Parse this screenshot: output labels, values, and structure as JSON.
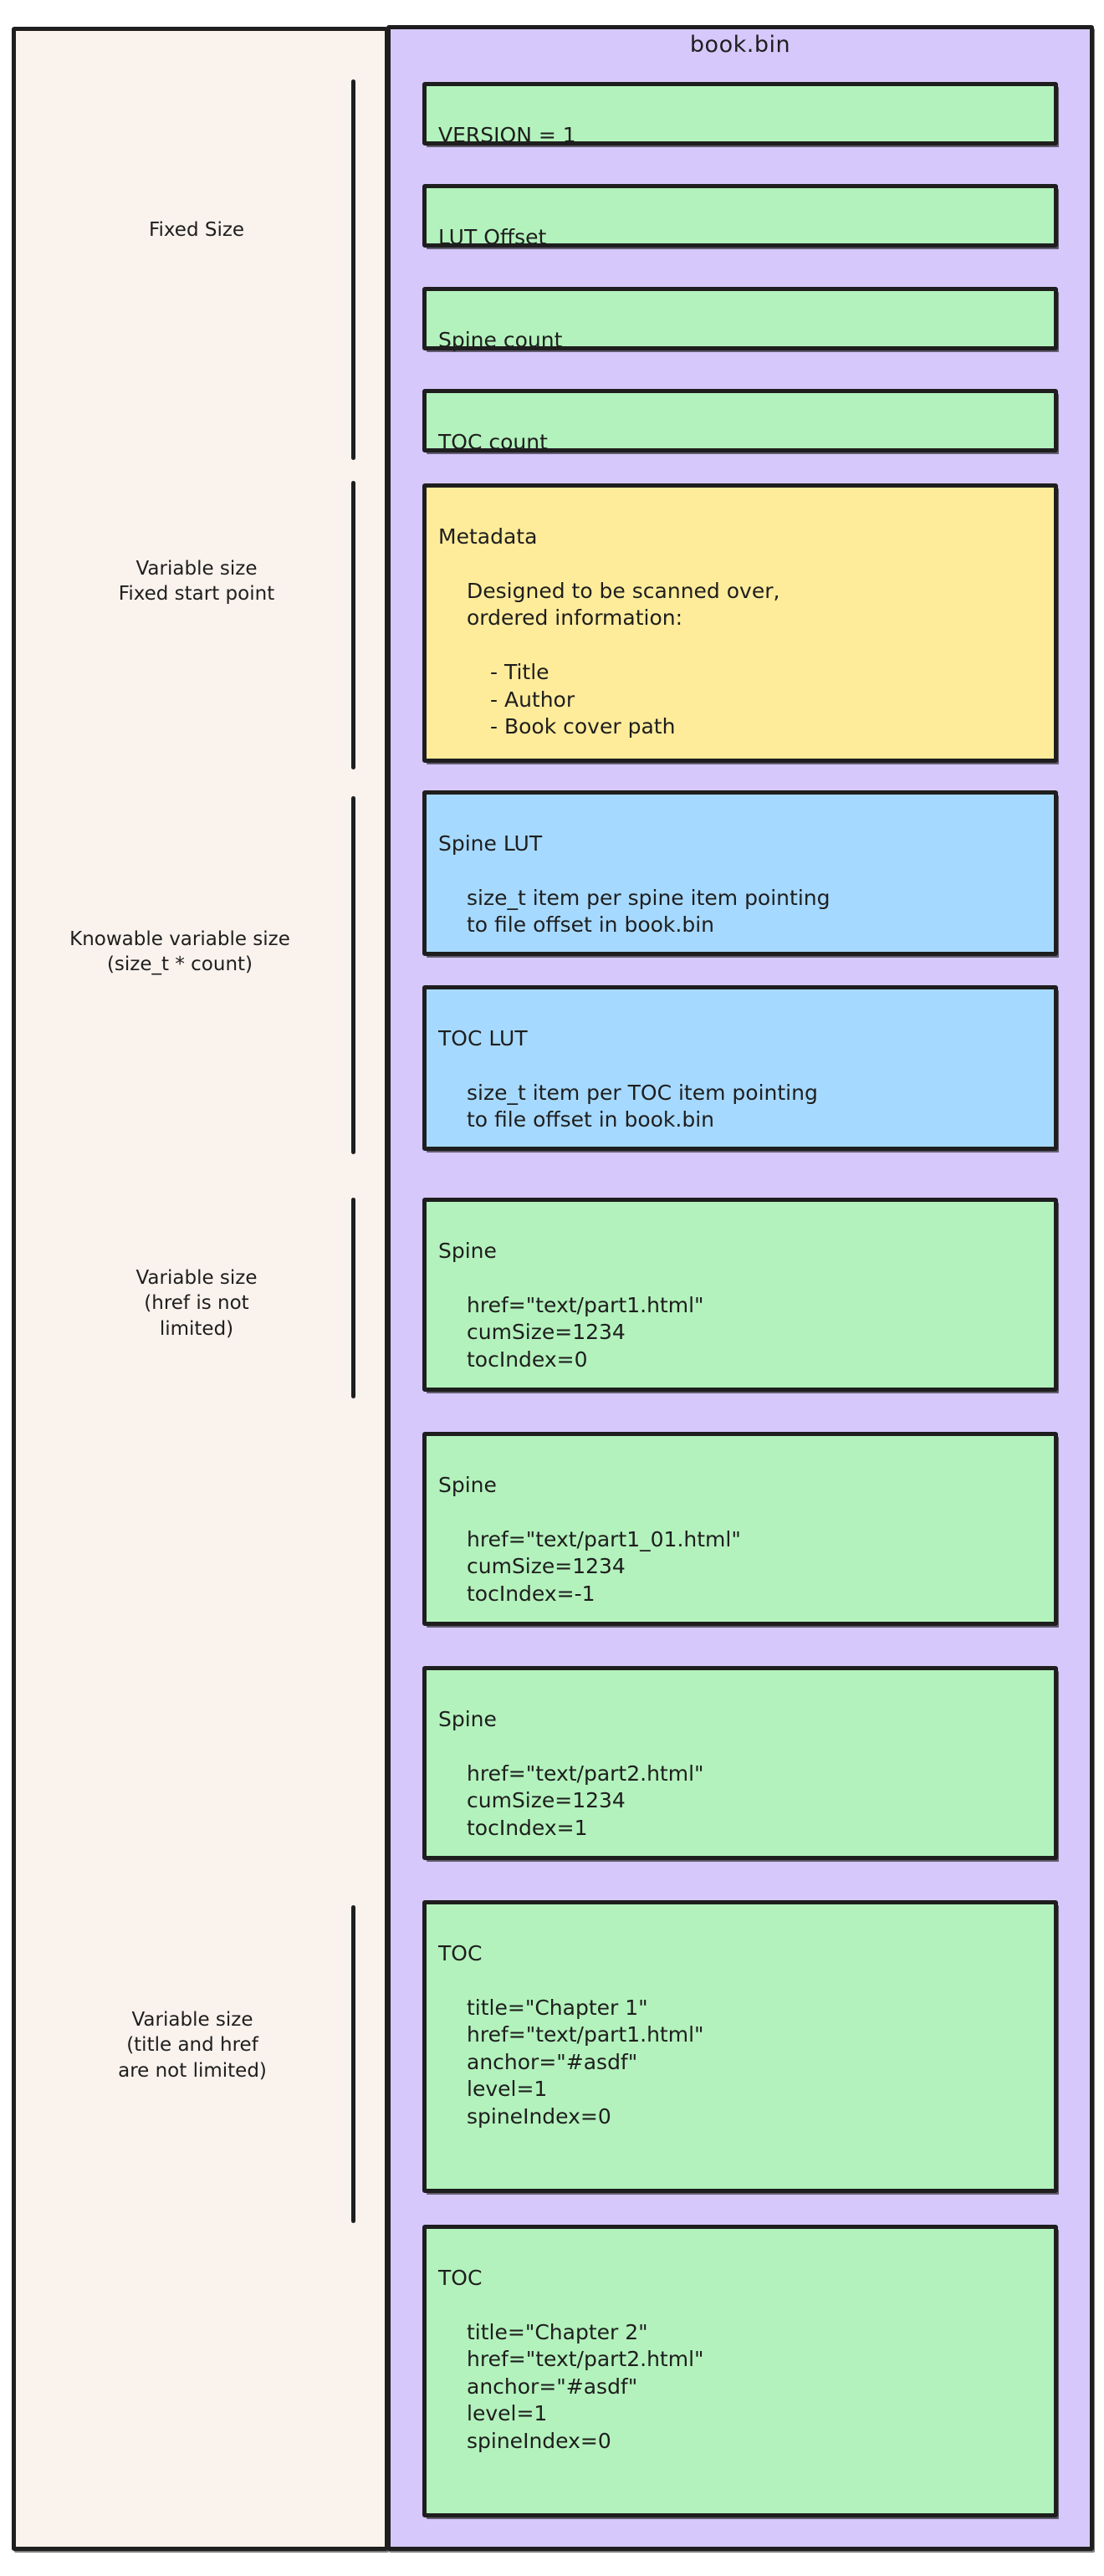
{
  "diagram": {
    "title": "book.bin",
    "background": "#ffffff",
    "left_panel_color": "#f9f2ed",
    "right_panel_color": "#d6c8fb",
    "stroke_color": "#1e1e1e",
    "box_colors": {
      "green": "#b3f2bb",
      "yellow": "#ffec99",
      "blue": "#a5d8ff"
    }
  },
  "groups": [
    {
      "id": "fixed-size",
      "label": "Fixed Size"
    },
    {
      "id": "variable-fixed-start",
      "label": "Variable size\nFixed start point"
    },
    {
      "id": "knowable-variable",
      "label": "Knowable variable size\n(size_t * count)"
    },
    {
      "id": "variable-href",
      "label": "Variable size\n(href is not\nlimited)"
    },
    {
      "id": "variable-title-href",
      "label": "Variable size\n(title and href\nare not limited)"
    }
  ],
  "sections": [
    {
      "id": "version",
      "color": "green",
      "head": "VERSION = 1",
      "body": "",
      "sub": ""
    },
    {
      "id": "lut-offset",
      "color": "green",
      "head": "LUT Offset",
      "body": "",
      "sub": ""
    },
    {
      "id": "spine-count",
      "color": "green",
      "head": "Spine count",
      "body": "",
      "sub": ""
    },
    {
      "id": "toc-count",
      "color": "green",
      "head": "TOC count",
      "body": "",
      "sub": ""
    },
    {
      "id": "metadata",
      "color": "yellow",
      "head": "Metadata",
      "body": "Designed to be scanned over,\nordered information:",
      "sub": "- Title\n- Author\n- Book cover path"
    },
    {
      "id": "spine-lut",
      "color": "blue",
      "head": "Spine LUT",
      "body": "size_t item per spine item pointing\nto file offset in book.bin",
      "sub": ""
    },
    {
      "id": "toc-lut",
      "color": "blue",
      "head": "TOC LUT",
      "body": "size_t item per TOC item pointing\nto file offset in book.bin",
      "sub": ""
    },
    {
      "id": "spine-1",
      "color": "green",
      "head": "Spine",
      "body": "href=\"text/part1.html\"\ncumSize=1234\ntocIndex=0",
      "sub": ""
    },
    {
      "id": "spine-2",
      "color": "green",
      "head": "Spine",
      "body": "href=\"text/part1_01.html\"\ncumSize=1234\ntocIndex=-1",
      "sub": ""
    },
    {
      "id": "spine-3",
      "color": "green",
      "head": "Spine",
      "body": "href=\"text/part2.html\"\ncumSize=1234\ntocIndex=1",
      "sub": ""
    },
    {
      "id": "toc-1",
      "color": "green",
      "head": "TOC",
      "body": "title=\"Chapter 1\"\nhref=\"text/part1.html\"\nanchor=\"#asdf\"\nlevel=1\nspineIndex=0",
      "sub": ""
    },
    {
      "id": "toc-2",
      "color": "green",
      "head": "TOC",
      "body": "title=\"Chapter 2\"\nhref=\"text/part2.html\"\nanchor=\"#asdf\"\nlevel=1\nspineIndex=0",
      "sub": ""
    }
  ]
}
